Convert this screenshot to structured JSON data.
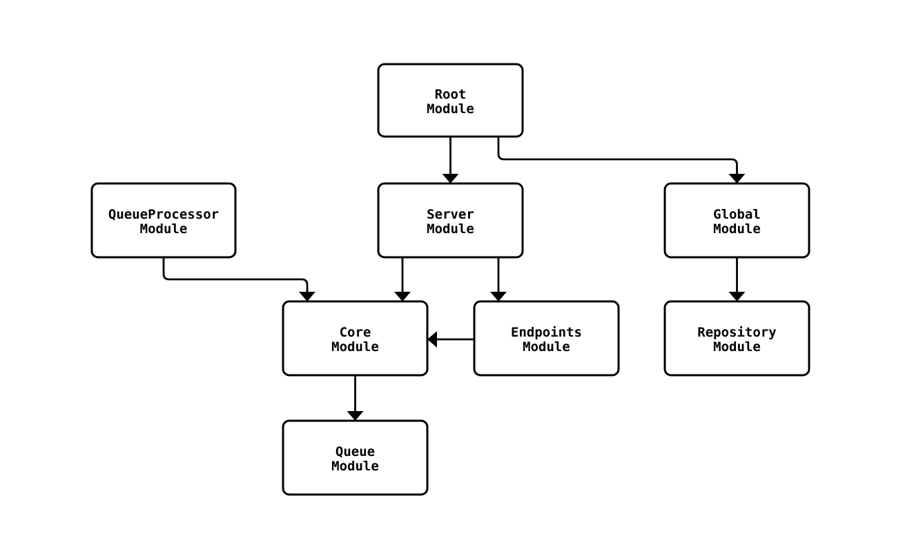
{
  "diagram": {
    "type": "module-dependency-flowchart",
    "colors": {
      "background": "#ffffff",
      "node_fill": "#ffffff",
      "node_border": "#000000",
      "edge": "#000000",
      "text": "#000000"
    },
    "nodes": {
      "root": {
        "line1": "Root",
        "line2": "Module"
      },
      "queueprocessor": {
        "line1": "QueueProcessor",
        "line2": "Module"
      },
      "server": {
        "line1": "Server",
        "line2": "Module"
      },
      "global": {
        "line1": "Global",
        "line2": "Module"
      },
      "core": {
        "line1": "Core",
        "line2": "Module"
      },
      "endpoints": {
        "line1": "Endpoints",
        "line2": "Module"
      },
      "repository": {
        "line1": "Repository",
        "line2": "Module"
      },
      "queue": {
        "line1": "Queue",
        "line2": "Module"
      }
    },
    "edges": [
      {
        "from": "Root Module",
        "to": "Server Module"
      },
      {
        "from": "Root Module",
        "to": "Global Module"
      },
      {
        "from": "QueueProcessor Module",
        "to": "Core Module"
      },
      {
        "from": "Server Module",
        "to": "Core Module"
      },
      {
        "from": "Server Module",
        "to": "Endpoints Module"
      },
      {
        "from": "Endpoints Module",
        "to": "Core Module"
      },
      {
        "from": "Global Module",
        "to": "Repository Module"
      },
      {
        "from": "Core Module",
        "to": "Queue Module"
      }
    ]
  }
}
